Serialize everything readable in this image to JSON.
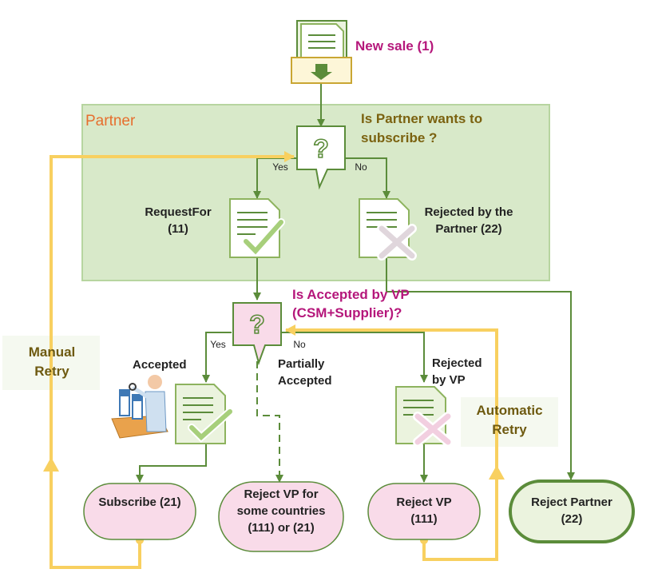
{
  "colors": {
    "green_arrow": "#5b8c3a",
    "yellow_arrow": "#f8d060",
    "partner_box_fill": "#d8e9c9",
    "pink_fill": "#f9dbe9",
    "green_fill": "#ebf3de",
    "magenta_text": "#b5177b",
    "olive_text": "#7b6210",
    "orange_text": "#e66f2e"
  },
  "start": {
    "label": "New sale (1)",
    "icon": "inbox-document-icon"
  },
  "partner_region": {
    "title": "Partner"
  },
  "decision_partner": {
    "question": "Is Partner wants to subscribe ?",
    "yes": "Yes",
    "no": "No"
  },
  "request_for": {
    "label": "RequestFor (11)",
    "icon": "document-check-icon"
  },
  "rejected_partner_doc": {
    "label": "Rejected by the Partner (22)",
    "icon": "document-cross-icon"
  },
  "decision_vp": {
    "question": "Is Accepted by VP (CSM+Supplier)?",
    "yes": "Yes",
    "no": "No",
    "partial": "Partially Accepted"
  },
  "accepted": {
    "label": "Accepted",
    "icon": "document-check-icon",
    "illustration": "inspection-worker-icon"
  },
  "rejected_vp_doc": {
    "label": "Rejected by VP",
    "icon": "document-cross-icon"
  },
  "terminals": {
    "subscribe": "Subscribe (21)",
    "reject_vp_some": "Reject VP for some countries (111) or (21)",
    "reject_vp": "Reject VP (111)",
    "reject_partner": "Reject Partner (22)"
  },
  "retries": {
    "manual": "Manual Retry",
    "automatic": "Automatic Retry"
  }
}
